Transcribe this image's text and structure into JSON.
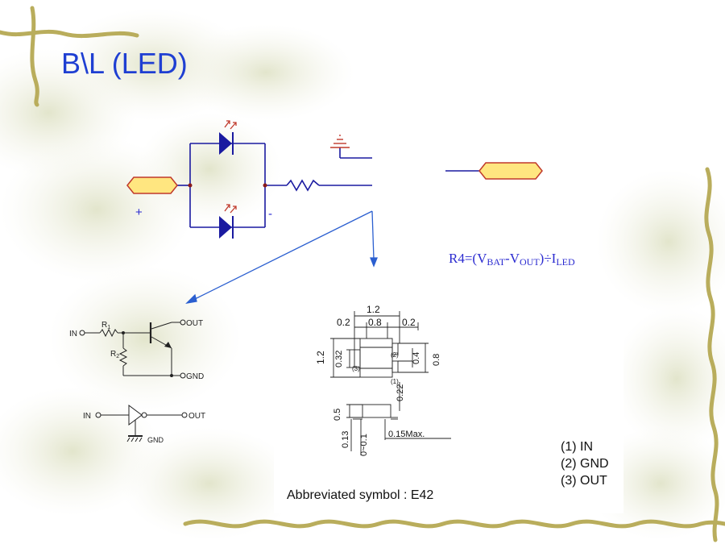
{
  "slide": {
    "title": "B\\L (LED)",
    "colors": {
      "title": "#1f3fd2",
      "wire": "#1a1aa0",
      "led": "#1a1aa0",
      "connector_fill": "#ffe680",
      "connector_stroke": "#c0392b",
      "formula": "#2a2ad0"
    }
  },
  "led_circuit": {
    "plus_label": "+",
    "minus_label": "-",
    "formula": {
      "prefix": "R4=(V",
      "sub1": "BAT",
      "mid": "-V",
      "sub2": "OUT",
      "suffix": ")÷I",
      "sub3": "LED"
    }
  },
  "transistor_schematic": {
    "in_label": "IN",
    "r1_label": "R",
    "r1_sub": "1",
    "r2_label": "R",
    "r2_sub": "2",
    "out_label": "OUT",
    "gnd_label": "GND"
  },
  "inverter_symbol": {
    "in_label": "IN",
    "out_label": "OUT",
    "gnd_label": "GND"
  },
  "package_drawing": {
    "dim_total_width": "1.2",
    "dim_left": "0.2",
    "dim_mid": "0.8",
    "dim_right": "0.2",
    "dim_height": "1.2",
    "dim_032": "0.32",
    "dim_04": "0.4",
    "dim_08": "0.8",
    "dim_022": "0.22",
    "dim_05": "0.5",
    "dim_013": "0.13",
    "dim_0_01": "0~0.1",
    "dim_015max": "0.15Max.",
    "pin_mark_1": "(1)",
    "pin_mark_2": "(2)",
    "pin_mark_3": "(3)"
  },
  "pin_list": [
    "(1) IN",
    "(2) GND",
    "(3) OUT"
  ],
  "abbreviated_symbol": "Abbreviated symbol : E42"
}
